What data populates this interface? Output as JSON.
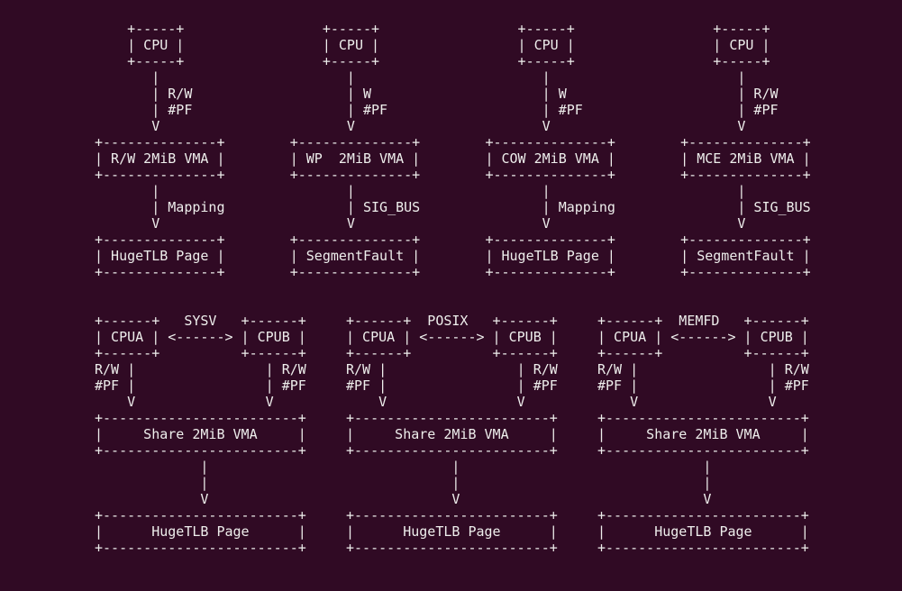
{
  "colors": {
    "background": "#300a24",
    "text": "#eeeeec"
  },
  "top_diagrams": [
    {
      "name": "rw-mapping",
      "lines": [
        "    +-----+",
        "    | CPU |",
        "    +-----+",
        "       |",
        "       | R/W",
        "       | #PF",
        "       V",
        "+--------------+",
        "| R/W 2MiB VMA |",
        "+--------------+",
        "       |",
        "       | Mapping",
        "       V",
        "+--------------+",
        "| HugeTLB Page |",
        "+--------------+"
      ]
    },
    {
      "name": "wp-sigbus",
      "lines": [
        "    +-----+",
        "    | CPU |",
        "    +-----+",
        "       |",
        "       | W",
        "       | #PF",
        "       V",
        "+--------------+",
        "| WP  2MiB VMA |",
        "+--------------+",
        "       |",
        "       | SIG_BUS",
        "       V",
        "+--------------+",
        "| SegmentFault |",
        "+--------------+"
      ]
    },
    {
      "name": "cow-mapping",
      "lines": [
        "    +-----+",
        "    | CPU |",
        "    +-----+",
        "       |",
        "       | W",
        "       | #PF",
        "       V",
        "+--------------+",
        "| COW 2MiB VMA |",
        "+--------------+",
        "       |",
        "       | Mapping",
        "       V",
        "+--------------+",
        "| HugeTLB Page |",
        "+--------------+"
      ]
    },
    {
      "name": "mce-sigbus",
      "lines": [
        "    +-----+",
        "    | CPU |",
        "    +-----+",
        "       |",
        "       | R/W",
        "       | #PF",
        "       V",
        "+--------------+",
        "| MCE 2MiB VMA |",
        "+--------------+",
        "       |",
        "       | SIG_BUS",
        "       V",
        "+--------------+",
        "| SegmentFault |",
        "+--------------+"
      ]
    }
  ],
  "bottom_diagrams": [
    {
      "name": "sysv-share",
      "lines": [
        "+------+   SYSV   +------+",
        "| CPUA | <------> | CPUB |",
        "+------+          +------+",
        "R/W |                | R/W",
        "#PF |                | #PF",
        "    V                V",
        "+------------------------+",
        "|     Share 2MiB VMA     |",
        "+------------------------+",
        "             |",
        "             |",
        "             V",
        "+------------------------+",
        "|      HugeTLB Page      |",
        "+------------------------+"
      ]
    },
    {
      "name": "posix-share",
      "lines": [
        "+------+  POSIX   +------+",
        "| CPUA | <------> | CPUB |",
        "+------+          +------+",
        "R/W |                | R/W",
        "#PF |                | #PF",
        "    V                V",
        "+------------------------+",
        "|     Share 2MiB VMA     |",
        "+------------------------+",
        "             |",
        "             |",
        "             V",
        "+------------------------+",
        "|      HugeTLB Page      |",
        "+------------------------+"
      ]
    },
    {
      "name": "memfd-share",
      "lines": [
        "+------+  MEMFD   +------+",
        "| CPUA | <------> | CPUB |",
        "+------+          +------+",
        "R/W |                | R/W",
        "#PF |                | #PF",
        "    V                V",
        "+------------------------+",
        "|     Share 2MiB VMA     |",
        "+------------------------+",
        "             |",
        "             |",
        "             V",
        "+------------------------+",
        "|      HugeTLB Page      |",
        "+------------------------+"
      ]
    }
  ]
}
